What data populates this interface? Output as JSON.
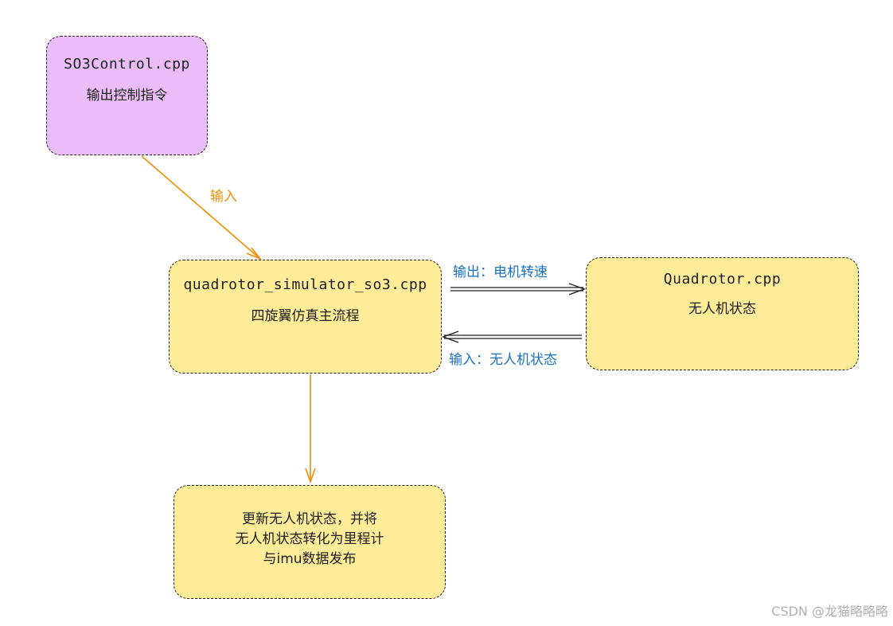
{
  "nodes": {
    "so3_control": {
      "title": "SO3Control.cpp",
      "subtitle": "输出控制指令",
      "fill": "#ebbdf8"
    },
    "simulator": {
      "title": "quadrotor_simulator_so3.cpp",
      "subtitle": "四旋翼仿真主流程",
      "fill": "#ffec99"
    },
    "quadrotor": {
      "title": "Quadrotor.cpp",
      "subtitle": "无人机状态",
      "fill": "#ffec99"
    },
    "update": {
      "lines": [
        "更新无人机状态，并将",
        "无人机状态转化为里程计",
        "与imu数据发布"
      ],
      "fill": "#ffec99"
    }
  },
  "edges": {
    "control_to_sim": {
      "label": "输入",
      "color": "#f08c00"
    },
    "sim_to_quad": {
      "label": "输出：电机转速",
      "color": "#1971c2"
    },
    "quad_to_sim": {
      "label": "输入：无人机状态",
      "color": "#1971c2"
    },
    "sim_to_update": {
      "label": "",
      "color": "#f08c00"
    }
  },
  "watermark": "CSDN @龙猫略略略"
}
